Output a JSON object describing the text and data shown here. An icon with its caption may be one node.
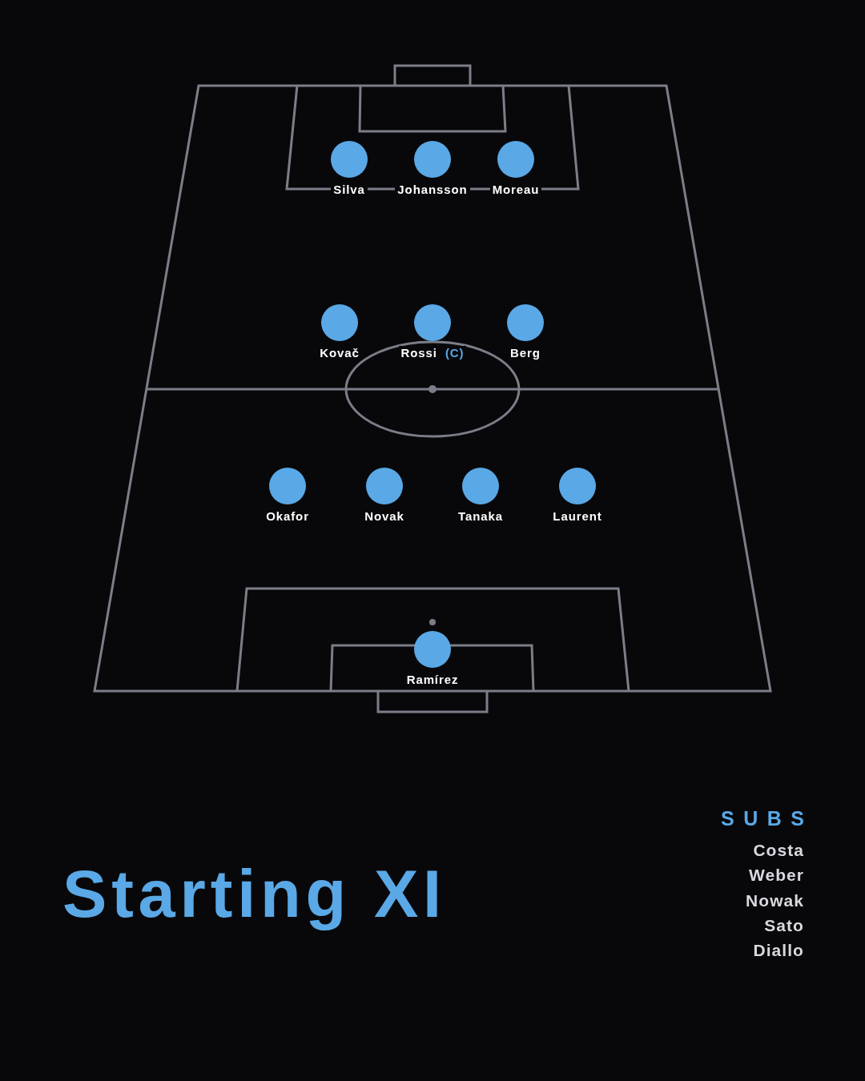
{
  "diagram": {
    "title": "Starting XI",
    "nodes": [
      {
        "text": [
          "Silva"
        ]
      },
      {
        "text": [
          "Johansson"
        ]
      },
      {
        "text": [
          "Moreau"
        ]
      },
      {
        "text": [
          "Kovač"
        ]
      },
      {
        "text": [
          "Rossi",
          "(C)"
        ]
      },
      {
        "text": [
          "Berg"
        ]
      },
      {
        "text": [
          "Okafor"
        ]
      },
      {
        "text": [
          "Novak"
        ]
      },
      {
        "text": [
          "Tanaka"
        ]
      },
      {
        "text": [
          "Laurent"
        ]
      },
      {
        "text": [
          "Ramírez"
        ]
      }
    ],
    "labels": [
      "SUBS",
      "Costa",
      "Weber",
      "Nowak",
      "Sato",
      "Diallo"
    ]
  }
}
